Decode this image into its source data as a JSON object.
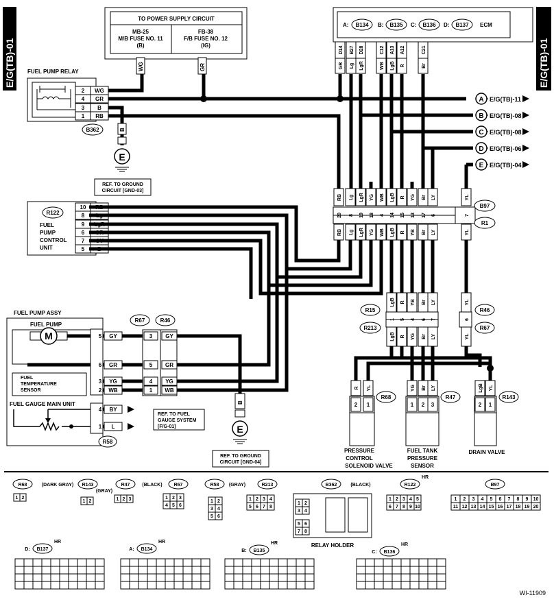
{
  "page_tag": "E/G(TB)-01",
  "figure_code": "WI-11909",
  "power": {
    "title": "TO POWER SUPPLY CIRCUIT",
    "mb_fuse": [
      "MB-25",
      "M/B FUSE NO. 11",
      "(B)"
    ],
    "fb_fuse": [
      "FB-38",
      "F/B FUSE NO. 12",
      "(IG)"
    ],
    "wg": "WG",
    "gr": "GR"
  },
  "ecm": {
    "label": "ECM",
    "connectors": [
      {
        "letter": "A:",
        "id": "B134"
      },
      {
        "letter": "B:",
        "id": "B135"
      },
      {
        "letter": "C:",
        "id": "B136"
      },
      {
        "letter": "D:",
        "id": "B137"
      }
    ],
    "pins": [
      "D14",
      "B27",
      "D28",
      "C12",
      "A13",
      "A12",
      "C21"
    ],
    "wires": [
      "GR",
      "Lg",
      "LgR",
      "WB",
      "LgB",
      "R",
      "Br"
    ]
  },
  "refs": [
    {
      "letter": "A",
      "label": "E/G(TB)-11"
    },
    {
      "letter": "B",
      "label": "E/G(TB)-08"
    },
    {
      "letter": "C",
      "label": "E/G(TB)-08"
    },
    {
      "letter": "D",
      "label": "E/G(TB)-06"
    },
    {
      "letter": "E",
      "label": "E/G(TB)-04"
    }
  ],
  "relay": {
    "title": "FUEL PUMP RELAY",
    "connector": "B362",
    "pins": [
      "2",
      "4",
      "3",
      "1"
    ],
    "wires": [
      "WG",
      "GR",
      "B",
      "RB"
    ],
    "b_wire": "B",
    "ground": "E",
    "ref": [
      "REF. TO GROUND",
      "CIRCUIT [GND-03]"
    ]
  },
  "fpcu": {
    "connector": "R122",
    "name": [
      "FUEL",
      "PUMP",
      "CONTROL",
      "UNIT"
    ],
    "pins": [
      "10",
      "8",
      "9",
      "6",
      "7",
      "5"
    ],
    "wires": [
      "RB",
      "Lg",
      "LgR",
      "GR",
      "GY",
      "B"
    ]
  },
  "b97": {
    "id": "B97",
    "r1": "R1",
    "top_wires": [
      "RB",
      "Lg",
      "LgR",
      "YG",
      "WB",
      "LgB",
      "R",
      "YG",
      "Br",
      "LY",
      "YL"
    ],
    "pins": [
      "20",
      "8",
      "19",
      "18",
      "4",
      "14",
      "15",
      "13",
      "17",
      "6",
      "7"
    ],
    "bottom_wires": [
      "RB",
      "Lg",
      "LgR",
      "YG",
      "WB",
      "LgB",
      "R",
      "YB",
      "Br",
      "LY",
      "YL"
    ]
  },
  "r15": {
    "id": "R15",
    "r213": "R213",
    "top_wires": [
      "LgB",
      "R",
      "YB",
      "Br",
      "LY"
    ],
    "pins": [
      "1",
      "5",
      "4",
      "6",
      "7"
    ],
    "bottom_wires": [
      "LgB",
      "R",
      "YG",
      "Br",
      "LY"
    ]
  },
  "r46": {
    "id": "R46",
    "r67": "R67",
    "top_wire": "YL",
    "pin": "6",
    "bottom_wire": "YL"
  },
  "pressure_valve": {
    "connector": "R68",
    "wires": [
      "R",
      "YL"
    ],
    "pins": [
      "2",
      "1"
    ],
    "label": [
      "PRESSURE",
      "CONTROL",
      "SOLENOID VALVE"
    ]
  },
  "tank_sensor": {
    "connector": "R47",
    "wires": [
      "YG",
      "Br",
      "LY"
    ],
    "pins": [
      "1",
      "2",
      "3"
    ],
    "label": [
      "FUEL TANK",
      "PRESSURE",
      "SENSOR"
    ]
  },
  "drain_valve": {
    "connector": "R143",
    "wires": [
      "LgB",
      "YL"
    ],
    "pins": [
      "2",
      "1"
    ],
    "label": "DRAIN VALVE"
  },
  "pump_assy": {
    "title": "FUEL PUMP ASSY",
    "pump": "FUEL PUMP",
    "motor": "M",
    "temp_sensor": [
      "FUEL",
      "TEMPERATURE",
      "SENSOR"
    ],
    "gauge": "FUEL GAUGE MAIN UNIT",
    "connector": "R58",
    "pins": [
      "5",
      "6",
      "3",
      "2",
      "4",
      "1"
    ],
    "wires": [
      "GY",
      "GR",
      "YG",
      "WB",
      "BY",
      "L"
    ],
    "gauge_ref": [
      "REF. TO FUEL",
      "GAUGE SYSTEM",
      "[F/G-01]"
    ]
  },
  "r67_46": {
    "r67": "R67",
    "r46": "R46",
    "pins_left": [
      "3",
      "5",
      "4",
      "1"
    ],
    "wires": [
      "GY",
      "GR",
      "YG",
      "WB"
    ]
  },
  "ground2": {
    "wire": "B",
    "ground": "E",
    "ref": [
      "REF. TO GROUND",
      "CIRCUIT [GND-04]"
    ]
  },
  "legend": {
    "r68": [
      "R68",
      "(DARK GRAY)",
      [
        "1",
        "2"
      ]
    ],
    "r143": [
      "R143",
      "(GRAY)",
      [
        "1",
        "2"
      ]
    ],
    "r47": [
      "R47",
      "(BLACK)",
      [
        "1",
        "2",
        "3"
      ]
    ],
    "r67": [
      "R67",
      [
        "1",
        "2",
        "3",
        "4",
        "5",
        "6"
      ]
    ],
    "r58": [
      "R58",
      "(GRAY)",
      [
        "1",
        "2",
        "3",
        "4",
        "5",
        "6"
      ]
    ],
    "r213": [
      "R213",
      [
        "1",
        "2",
        "3",
        "4",
        "5",
        "6",
        "7",
        "8"
      ]
    ],
    "b362": [
      "B362",
      "(BLACK)",
      [
        "1",
        "2",
        "3",
        "4",
        "5",
        "6",
        "7",
        "8"
      ],
      "RELAY HOLDER"
    ],
    "r122": [
      "R122",
      "HR",
      [
        "1",
        "2",
        "3",
        "4",
        "5",
        "6",
        "7",
        "8",
        "9",
        "10"
      ]
    ],
    "b97": [
      "B97",
      [
        "1",
        "2",
        "3",
        "4",
        "5",
        "6",
        "7",
        "8",
        "9",
        "10",
        "11",
        "12",
        "13",
        "14",
        "15",
        "16",
        "17",
        "18",
        "19",
        "20"
      ]
    ],
    "d_b137": [
      "D:",
      "B137",
      "HR"
    ],
    "a_b134": [
      "A:",
      "B134",
      "HR"
    ],
    "b_b135": [
      "B:",
      "B135",
      "HR"
    ],
    "c_b136": [
      "C:",
      "B136",
      "HR"
    ]
  }
}
